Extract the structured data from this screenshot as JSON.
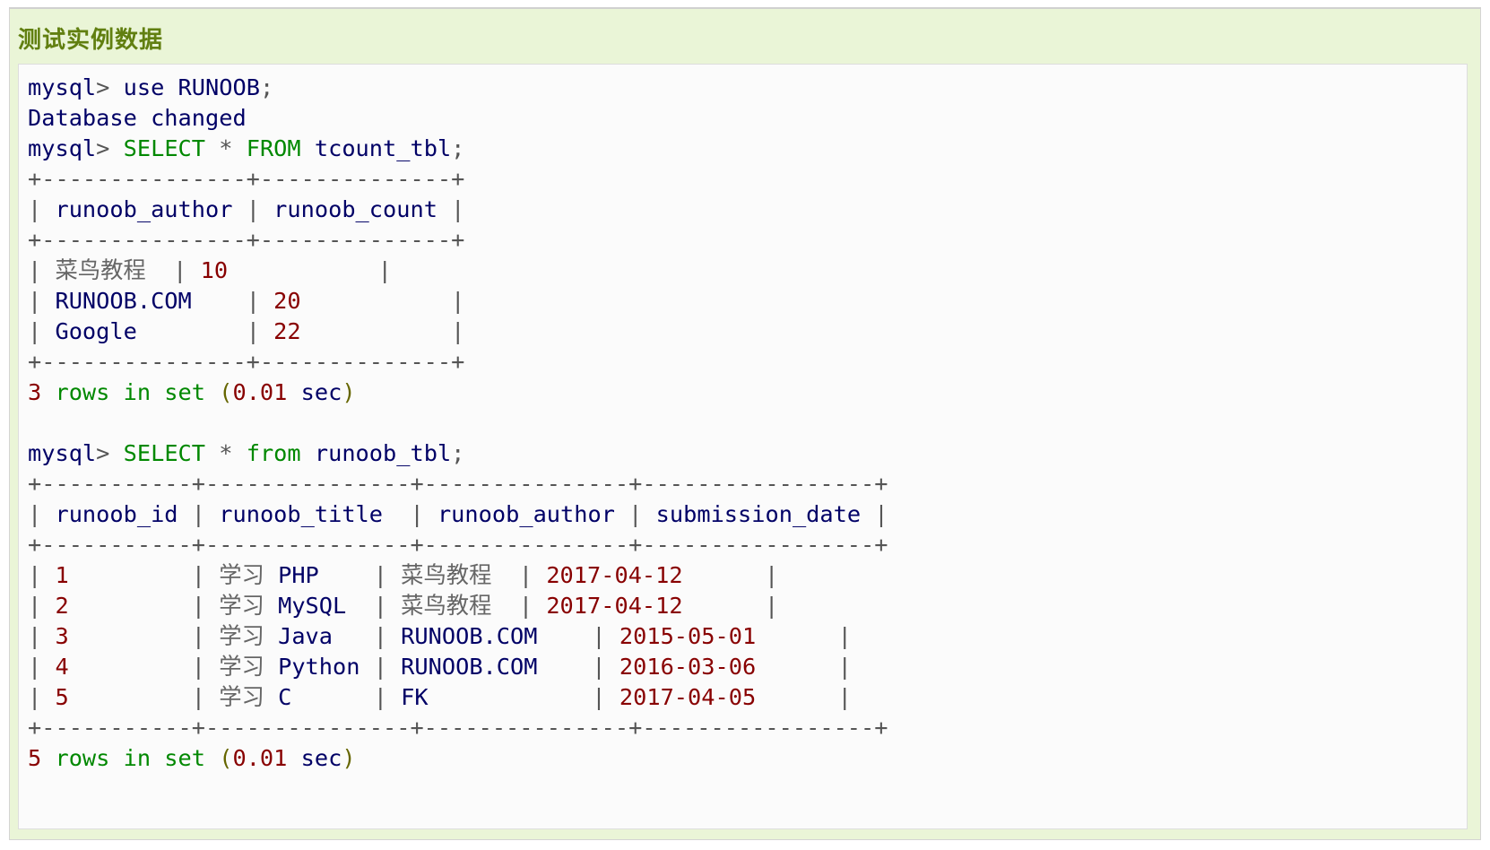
{
  "example": {
    "title": "测试实例数据"
  },
  "code": {
    "lines": [
      [
        [
          "plain",
          "mysql"
        ],
        [
          "grey",
          "> "
        ],
        [
          "plain",
          "use RUNOOB"
        ],
        [
          "grey",
          ";"
        ]
      ],
      [
        [
          "plain",
          "Database changed"
        ]
      ],
      [
        [
          "plain",
          "mysql"
        ],
        [
          "grey",
          "> "
        ],
        [
          "kw",
          "SELECT"
        ],
        [
          "plain",
          " "
        ],
        [
          "grey",
          "*"
        ],
        [
          "plain",
          " "
        ],
        [
          "kw",
          "FROM"
        ],
        [
          "plain",
          " tcount_tbl"
        ],
        [
          "grey",
          ";"
        ]
      ],
      [
        [
          "grey",
          "+---------------+--------------+"
        ]
      ],
      [
        [
          "grey",
          "| "
        ],
        [
          "plain",
          "runoob_author"
        ],
        [
          "grey",
          " | "
        ],
        [
          "plain",
          "runoob_count"
        ],
        [
          "grey",
          " |"
        ]
      ],
      [
        [
          "grey",
          "+---------------+--------------+"
        ]
      ],
      [
        [
          "grey",
          "| "
        ],
        [
          "cjk",
          "菜鸟教程"
        ],
        [
          "plain",
          "  "
        ],
        [
          "grey",
          "| "
        ],
        [
          "num",
          "10"
        ],
        [
          "plain",
          "           "
        ],
        [
          "grey",
          "|"
        ]
      ],
      [
        [
          "grey",
          "| "
        ],
        [
          "plain",
          "RUNOOB.COM"
        ],
        [
          "plain",
          "    "
        ],
        [
          "grey",
          "| "
        ],
        [
          "num",
          "20"
        ],
        [
          "plain",
          "           "
        ],
        [
          "grey",
          "|"
        ]
      ],
      [
        [
          "grey",
          "| "
        ],
        [
          "plain",
          "Google"
        ],
        [
          "plain",
          "        "
        ],
        [
          "grey",
          "| "
        ],
        [
          "num",
          "22"
        ],
        [
          "plain",
          "           "
        ],
        [
          "grey",
          "|"
        ]
      ],
      [
        [
          "grey",
          "+---------------+--------------+"
        ]
      ],
      [
        [
          "num",
          "3"
        ],
        [
          "plain",
          " "
        ],
        [
          "kw",
          "rows in set"
        ],
        [
          "plain",
          " "
        ],
        [
          "pun",
          "("
        ],
        [
          "num",
          "0.01"
        ],
        [
          "plain",
          " sec"
        ],
        [
          "pun",
          ")"
        ]
      ],
      [
        [
          "plain",
          " "
        ]
      ],
      [
        [
          "plain",
          "mysql"
        ],
        [
          "grey",
          "> "
        ],
        [
          "kw",
          "SELECT"
        ],
        [
          "plain",
          " "
        ],
        [
          "grey",
          "*"
        ],
        [
          "plain",
          " "
        ],
        [
          "kw",
          "from"
        ],
        [
          "plain",
          " runoob_tbl"
        ],
        [
          "grey",
          ";"
        ]
      ],
      [
        [
          "grey",
          "+-----------+---------------+---------------+-----------------+"
        ]
      ],
      [
        [
          "grey",
          "| "
        ],
        [
          "plain",
          "runoob_id"
        ],
        [
          "grey",
          " | "
        ],
        [
          "plain",
          "runoob_title"
        ],
        [
          "plain",
          "  "
        ],
        [
          "grey",
          "| "
        ],
        [
          "plain",
          "runoob_author"
        ],
        [
          "grey",
          " | "
        ],
        [
          "plain",
          "submission_date"
        ],
        [
          "grey",
          " |"
        ]
      ],
      [
        [
          "grey",
          "+-----------+---------------+---------------+-----------------+"
        ]
      ],
      [
        [
          "grey",
          "| "
        ],
        [
          "num",
          "1"
        ],
        [
          "plain",
          "         "
        ],
        [
          "grey",
          "| "
        ],
        [
          "cjk",
          "学习"
        ],
        [
          "plain",
          " PHP    "
        ],
        [
          "grey",
          "| "
        ],
        [
          "cjk",
          "菜鸟教程"
        ],
        [
          "plain",
          "  "
        ],
        [
          "grey",
          "| "
        ],
        [
          "num",
          "2017-04-12"
        ],
        [
          "plain",
          "      "
        ],
        [
          "grey",
          "|"
        ]
      ],
      [
        [
          "grey",
          "| "
        ],
        [
          "num",
          "2"
        ],
        [
          "plain",
          "         "
        ],
        [
          "grey",
          "| "
        ],
        [
          "cjk",
          "学习"
        ],
        [
          "plain",
          " MySQL  "
        ],
        [
          "grey",
          "| "
        ],
        [
          "cjk",
          "菜鸟教程"
        ],
        [
          "plain",
          "  "
        ],
        [
          "grey",
          "| "
        ],
        [
          "num",
          "2017-04-12"
        ],
        [
          "plain",
          "      "
        ],
        [
          "grey",
          "|"
        ]
      ],
      [
        [
          "grey",
          "| "
        ],
        [
          "num",
          "3"
        ],
        [
          "plain",
          "         "
        ],
        [
          "grey",
          "| "
        ],
        [
          "cjk",
          "学习"
        ],
        [
          "plain",
          " Java   "
        ],
        [
          "grey",
          "| "
        ],
        [
          "plain",
          "RUNOOB.COM"
        ],
        [
          "plain",
          "    "
        ],
        [
          "grey",
          "| "
        ],
        [
          "num",
          "2015-05-01"
        ],
        [
          "plain",
          "      "
        ],
        [
          "grey",
          "|"
        ]
      ],
      [
        [
          "grey",
          "| "
        ],
        [
          "num",
          "4"
        ],
        [
          "plain",
          "         "
        ],
        [
          "grey",
          "| "
        ],
        [
          "cjk",
          "学习"
        ],
        [
          "plain",
          " Python "
        ],
        [
          "grey",
          "| "
        ],
        [
          "plain",
          "RUNOOB.COM"
        ],
        [
          "plain",
          "    "
        ],
        [
          "grey",
          "| "
        ],
        [
          "num",
          "2016-03-06"
        ],
        [
          "plain",
          "      "
        ],
        [
          "grey",
          "|"
        ]
      ],
      [
        [
          "grey",
          "| "
        ],
        [
          "num",
          "5"
        ],
        [
          "plain",
          "         "
        ],
        [
          "grey",
          "| "
        ],
        [
          "cjk",
          "学习"
        ],
        [
          "plain",
          " C      "
        ],
        [
          "grey",
          "| "
        ],
        [
          "plain",
          "FK"
        ],
        [
          "plain",
          "            "
        ],
        [
          "grey",
          "| "
        ],
        [
          "num",
          "2017-04-05"
        ],
        [
          "plain",
          "      "
        ],
        [
          "grey",
          "|"
        ]
      ],
      [
        [
          "grey",
          "+-----------+---------------+---------------+-----------------+"
        ]
      ],
      [
        [
          "num",
          "5"
        ],
        [
          "plain",
          " "
        ],
        [
          "kw",
          "rows in set"
        ],
        [
          "plain",
          " "
        ],
        [
          "pun",
          "("
        ],
        [
          "num",
          "0.01"
        ],
        [
          "plain",
          " sec"
        ],
        [
          "pun",
          ")"
        ]
      ]
    ]
  }
}
